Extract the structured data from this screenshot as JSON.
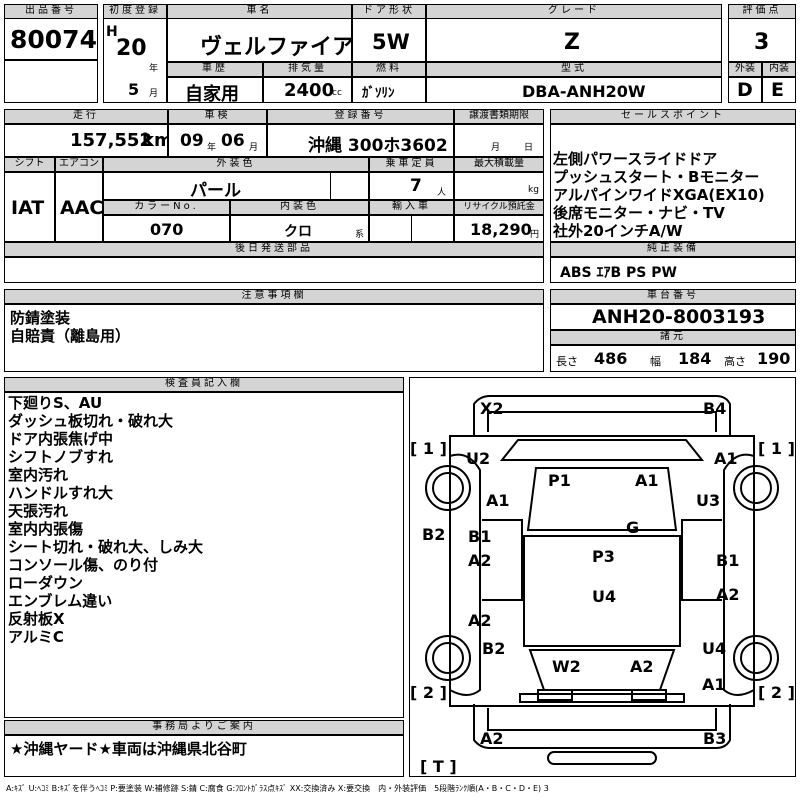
{
  "header": {
    "lot_no_label": "出品番号",
    "lot_no": "80074",
    "first_reg_label": "初度登録",
    "era_letter": "H",
    "year": "20",
    "year_unit": "年",
    "month": "5",
    "month_unit": "月",
    "model_label": "車名",
    "model": "ヴェルファイア",
    "doors_label": "ドア形状",
    "doors": "5W",
    "grade_label": "グレード",
    "grade": "Z",
    "score_label": "評価点",
    "score": "3",
    "history_label": "車歴",
    "history": "自家用",
    "displacement_label": "排気量",
    "displacement": "2400",
    "displacement_unit": "cc",
    "fuel_label": "燃料",
    "fuel": "ｶﾞｿﾘﾝ",
    "type_label": "型式",
    "type_code": "DBA-ANH20W",
    "exterior_label": "外装",
    "exterior": "D",
    "interior_label": "内装",
    "interior": "E"
  },
  "row2": {
    "mileage_label": "走行",
    "mileage": "157,552",
    "mileage_unit": "km",
    "inspection_label": "車検",
    "inspection_year": "09",
    "inspection_year_unit": "年",
    "inspection_month": "06",
    "inspection_month_unit": "月",
    "plate_label": "登録番号",
    "plate": "沖縄 300ホ3602",
    "transfer_label": "譲渡書類期限",
    "transfer_month_unit": "月",
    "transfer_day_unit": "日",
    "shift_label": "シフト",
    "shift": "IAT",
    "ac_label": "エアコン",
    "ac": "AAC",
    "color_label": "外装色",
    "color": "パール",
    "capacity_label": "乗車定員",
    "capacity": "7",
    "capacity_unit": "人",
    "max_load_label": "最大積載量",
    "max_load_unit": "kg",
    "color_no_label": "カラーNo.",
    "color_no": "070",
    "interior_color_label": "内装色",
    "interior_color": "クロ",
    "interior_color_unit": "系",
    "import_label": "輸入車",
    "recycle_label": "リサイクル預託金",
    "recycle": "18,290",
    "recycle_unit": "円",
    "later_parts_label": "後日発送部品"
  },
  "sales": {
    "label": "セールスポイント",
    "items": [
      "左側パワースライドドア",
      "プッシュスタート・Bモニター",
      "アルパインワイドXGA(EX10)",
      "後席モニター・ナビ・TV",
      "社外20インチA/W"
    ]
  },
  "equipment": {
    "label": "純正装備",
    "value": "ABS ｴｱB PS PW"
  },
  "notes": {
    "label": "注意事項欄",
    "items": [
      "防錆塗装",
      "自賠責（離島用）"
    ]
  },
  "chassis": {
    "label": "車台番号",
    "value": "ANH20-8003193",
    "specs_label": "諸元",
    "length_label": "長さ",
    "length": "486",
    "width_label": "幅",
    "width": "184",
    "height_label": "高さ",
    "height": "190"
  },
  "inspector": {
    "label": "検査員記入欄",
    "items": [
      "下廻りS、AU",
      "ダッシュ板切れ・破れ大",
      "ドア内張焦げ中",
      "シフトノブすれ",
      "室内汚れ",
      "ハンドルすれ大",
      "天張汚れ",
      "室内内張傷",
      "シート切れ・破れ大、しみ大",
      "コンソール傷、のり付",
      "ローダウン",
      "エンブレム違い",
      "反射板X",
      "アルミC"
    ]
  },
  "office": {
    "label": "事務局よりご案内",
    "text": "★沖縄ヤード★車両は沖縄県北谷町"
  },
  "legend": "A:ｷｽﾞ U:ﾍｺﾐ B:ｷｽﾞを伴うﾍｺﾐ P:要塗装 W:補修跡 S:錆 C:腐食 G:ﾌﾛﾝﾄｶﾞﾗｽ点ｷｽﾞ XX:交換済み X:要交換　内・外装評価　5段階ﾗﾝｸ順(A・B・C・D・E) 3",
  "diagram": {
    "marks": [
      "X2",
      "B4",
      "[ 1 ]",
      "[ 1 ]",
      "U2",
      "A1",
      "A1",
      "U3",
      "P1",
      "A1",
      "G",
      "B2",
      "B1",
      "A2",
      "P3",
      "B1",
      "U4",
      "A2",
      "A2",
      "B2",
      "U4",
      "W2",
      "A2",
      "A1",
      "[ 2 ]",
      "[ 2 ]",
      "A2",
      "B3",
      "[ T ]"
    ]
  }
}
